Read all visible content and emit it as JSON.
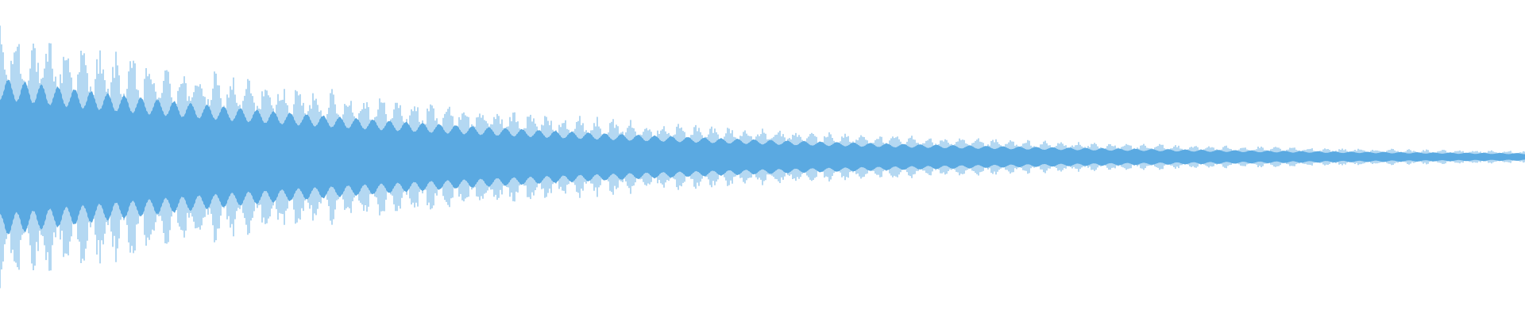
{
  "waveform": {
    "color": "#5aa9e1",
    "background": "#ffffff",
    "envelope": {
      "start_amplitude": 0.84,
      "end_amplitude": 0.04,
      "decay_shape": "exponential"
    },
    "beat": {
      "pulses_per_unit": 92,
      "depth": 0.35
    }
  }
}
